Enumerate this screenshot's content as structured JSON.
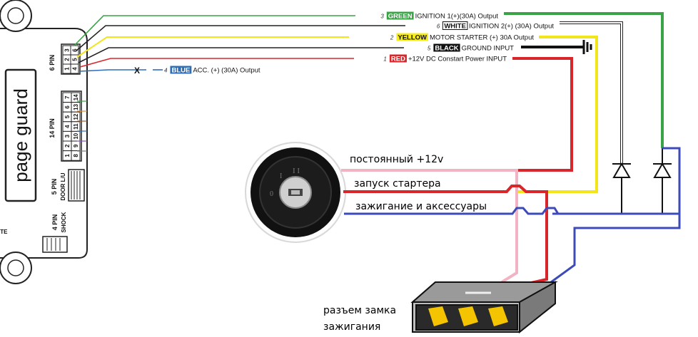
{
  "module": {
    "brand": "page guard",
    "pin6_label": "6 PIN",
    "pin14_label": "14 PIN",
    "pin5_label": "5 PIN",
    "pin5_sub": "DOOR L/U",
    "pin4_label": "4 PIN",
    "pin4_sub": "SHOCK",
    "pin6_numbers": [
      "3",
      "6",
      "2",
      "5",
      "1",
      "4"
    ],
    "pin14_numbers": [
      "7",
      "14",
      "6",
      "13",
      "5",
      "12",
      "4",
      "11",
      "3",
      "10",
      "2",
      "9",
      "1",
      "8"
    ],
    "edge_fragment": "ITE"
  },
  "wires": [
    {
      "num": "3",
      "tag": "GREEN",
      "label": "IGNITION 1(+)(30A) Output",
      "color": "#3aa346",
      "tag_bg": "#3aa346",
      "tag_fg": "#ffffff"
    },
    {
      "num": "6",
      "tag": "WHITE",
      "label": "IGNITION 2(+) (30A) Output",
      "color": "#222222",
      "tag_bg": "#ffffff",
      "tag_fg": "#111111"
    },
    {
      "num": "2",
      "tag": "YELLOW",
      "label": "MOTOR STARTER (+) 30A Output",
      "color": "#f2e51b",
      "tag_bg": "#f7ec1b",
      "tag_fg": "#111111"
    },
    {
      "num": "5",
      "tag": "BLACK",
      "label": "GROUND INPUT",
      "color": "#111111",
      "tag_bg": "#111111",
      "tag_fg": "#ffffff"
    },
    {
      "num": "1",
      "tag": "RED",
      "label": "+12V DC Constart Power INPUT",
      "color": "#d9262b",
      "tag_bg": "#d9262b",
      "tag_fg": "#ffffff"
    },
    {
      "num": "4",
      "tag": "BLUE",
      "label": "ACC. (+) (30A) Output",
      "color": "#2f6db5",
      "tag_bg": "#2f6db5",
      "tag_fg": "#ffffff"
    }
  ],
  "blue_marker": "X",
  "ignition_lines": [
    {
      "text": "постоянный +12v",
      "color": "#f2b4c4"
    },
    {
      "text": "запуск стартера",
      "color": "#d9262b"
    },
    {
      "text": "зажигание и аксессуары",
      "color": "#3d4bb8"
    }
  ],
  "connector_caption": [
    "разъем замка",
    "зажигания"
  ],
  "colors": {
    "red": "#d9262b",
    "yellow": "#f2e51b",
    "green": "#3aa346",
    "blue": "#3d4bb8",
    "pink": "#f2b4c4",
    "connector": "#8f8f8f",
    "terminal": "#f5c400"
  }
}
